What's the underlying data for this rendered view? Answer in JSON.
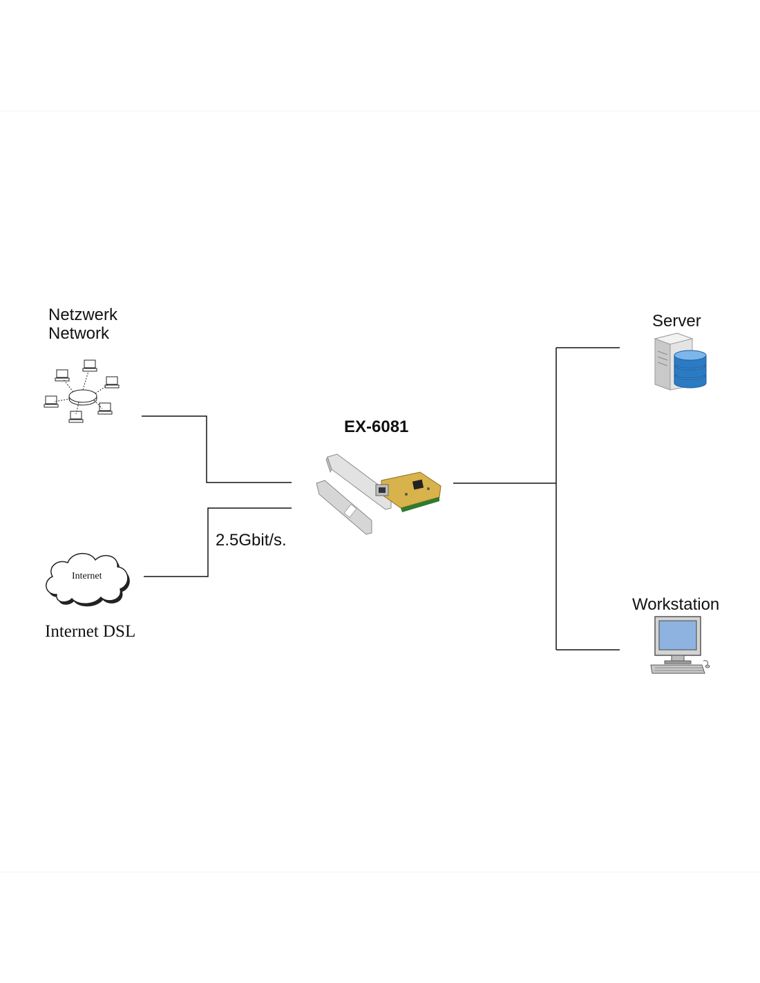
{
  "diagram": {
    "network_label_de": "Netzwerk",
    "network_label_en": "Network",
    "internet_cloud_text": "Internet",
    "internet_label": "Internet DSL",
    "speed_label": "2.5Gbit/s.",
    "device_name": "EX-6081",
    "server_label": "Server",
    "workstation_label": "Workstation"
  },
  "icons": {
    "network": "network-topology-icon",
    "internet": "cloud-icon",
    "device": "pcie-network-card-icon",
    "server": "server-database-icon",
    "workstation": "desktop-computer-icon"
  },
  "colors": {
    "line": "#111111",
    "db_blue": "#2b7bc4",
    "pcb": "#d8b24a",
    "bracket": "#c8c8c8",
    "screen": "#8fb3e0"
  }
}
